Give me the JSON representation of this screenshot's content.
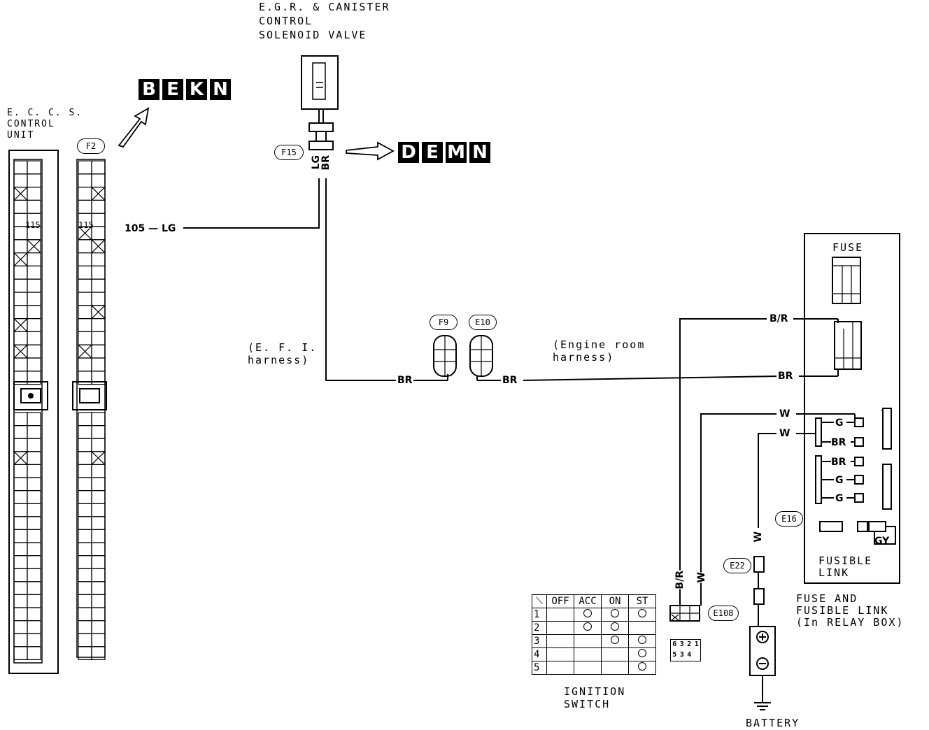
{
  "components": {
    "egr_valve": "E.G.R. & CANISTER\nCONTROL\nSOLENOID VALVE",
    "eccs_unit": "E. C. C. S.\nCONTROL\nUNIT",
    "fuse": "FUSE",
    "fusible_link": "FUSIBLE\nLINK",
    "relay_box": "FUSE AND\nFUSIBLE LINK\n(In RELAY BOX)",
    "ignition_switch": "IGNITION\nSWITCH",
    "battery": "BATTERY",
    "ef_harness": "(E. F. I.\nharness)",
    "engine_room_harness": "(Engine room\nharness)"
  },
  "badges": {
    "left": [
      "B",
      "E",
      "K",
      "N"
    ],
    "right": [
      "D",
      "E",
      "M",
      "N"
    ]
  },
  "connectors": {
    "f2": "F2",
    "f15": "F15",
    "f9": "F9",
    "e10": "E10",
    "e16": "E16",
    "e22": "E22",
    "e108": "E108"
  },
  "pins": {
    "unit_115": "115",
    "conn_115": "115"
  },
  "wires": {
    "signal": "105 — LG",
    "lg_vertical": "LG",
    "br_vertical": "BR",
    "br_1": "BR",
    "br_2": "BR",
    "br_3": "BR",
    "b_r_top": "B/R",
    "w_1": "W",
    "w_2": "W",
    "w_vertical": "W",
    "b_r_vertical": "B/R",
    "w_vertical2": "W",
    "g_1": "G",
    "br_4": "BR",
    "br_5": "BR",
    "g_2": "G",
    "g_3": "G",
    "gy": "GY"
  },
  "ignition_table": {
    "headers": [
      "OFF",
      "ACC",
      "ON",
      "ST"
    ],
    "rows": [
      "1",
      "2",
      "3",
      "4",
      "5"
    ],
    "matrix": [
      [
        false,
        true,
        true,
        true
      ],
      [
        false,
        true,
        true,
        false
      ],
      [
        false,
        false,
        true,
        true
      ],
      [
        false,
        false,
        false,
        true
      ],
      [
        false,
        false,
        false,
        true
      ]
    ]
  },
  "ign_connector_pins": [
    "6",
    "3",
    "2",
    "1",
    "5",
    "3",
    "4"
  ]
}
